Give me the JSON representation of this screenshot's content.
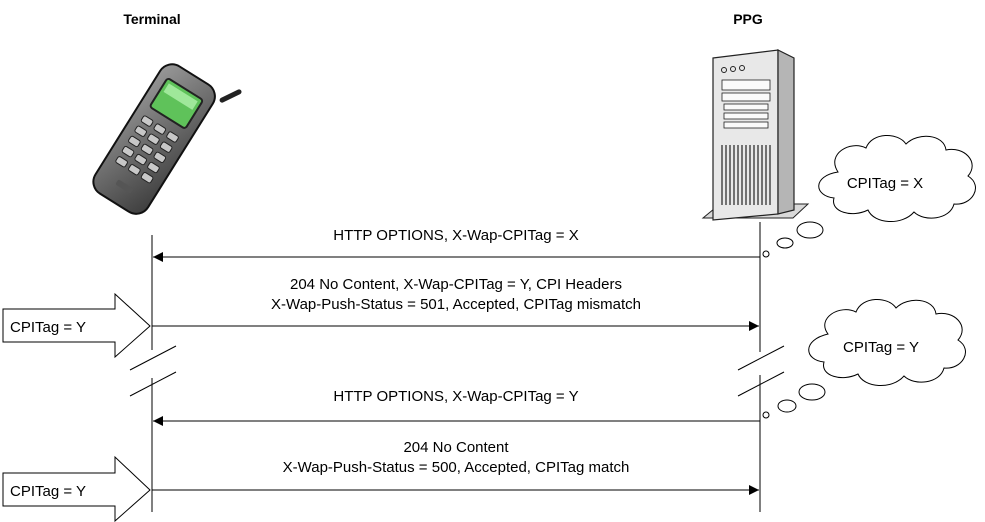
{
  "header": {
    "terminal": "Terminal",
    "ppg": "PPG"
  },
  "messages": {
    "m1": "HTTP OPTIONS, X-Wap-CPITag = X",
    "m2_line1": "204 No Content, X-Wap-CPITag = Y, CPI Headers",
    "m2_line2": "X-Wap-Push-Status = 501, Accepted, CPITag mismatch",
    "m3": "HTTP OPTIONS, X-Wap-CPITag = Y",
    "m4_line1": "204 No Content",
    "m4_line2": "X-Wap-Push-Status = 500, Accepted, CPITag match"
  },
  "callouts": {
    "arrow1": "CPITag = Y",
    "arrow2": "CPITag = Y",
    "cloud1": "CPITag = X",
    "cloud2": "CPITag = Y"
  },
  "icons": {
    "terminal": "mobile-phone-icon",
    "ppg": "server-tower-icon"
  }
}
